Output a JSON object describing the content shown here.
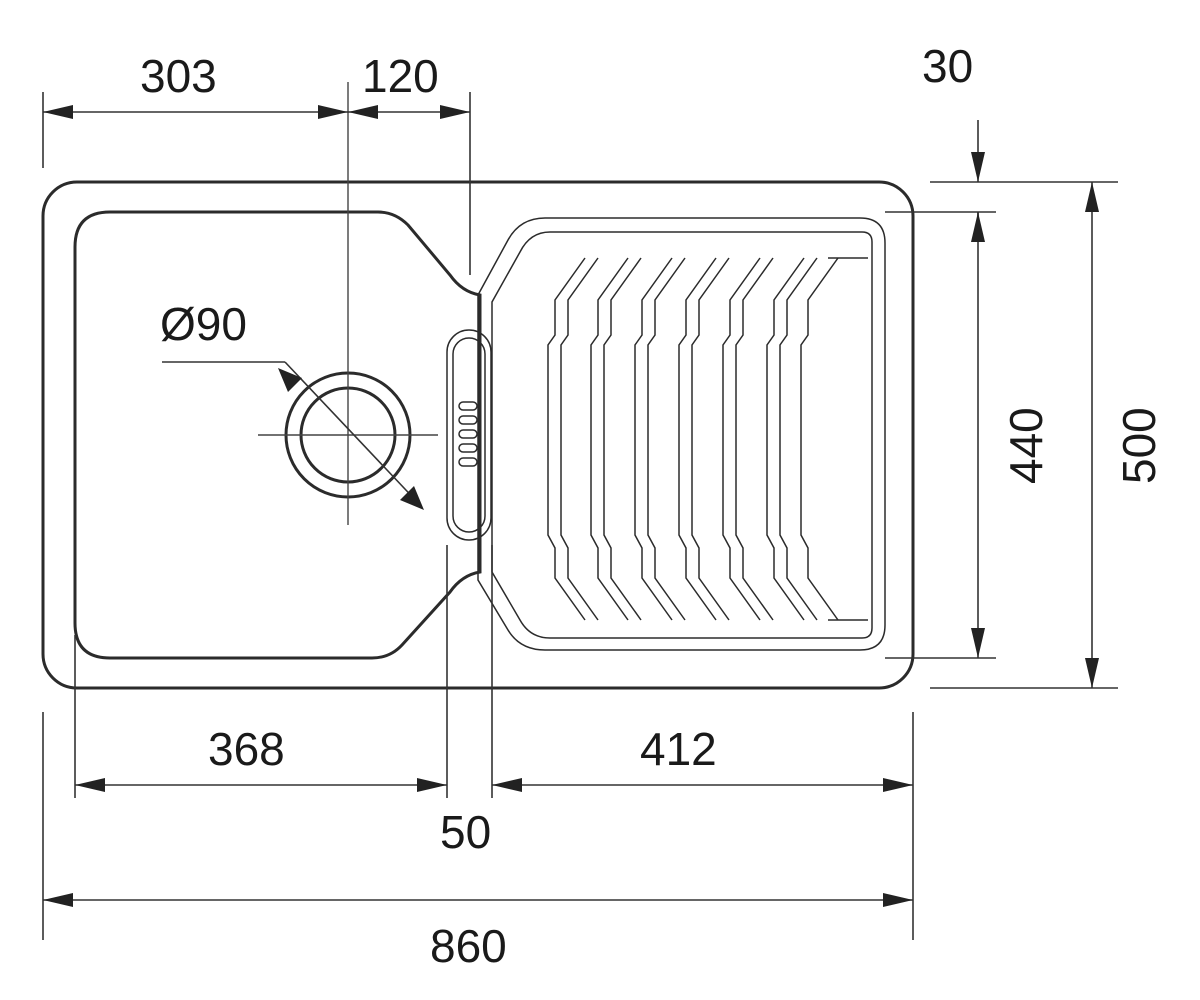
{
  "dimensions": {
    "bowl_center_offset": "303",
    "center_to_drainer": "120",
    "top_gap": "30",
    "waste_diameter": "Ø90",
    "inner_height": "440",
    "overall_height": "500",
    "bowl_width": "368",
    "drainer_width": "412",
    "divider_width": "50",
    "overall_width": "860"
  },
  "colors": {
    "line": "#2b2b2b",
    "text": "#1a1a1a",
    "background": "#ffffff"
  }
}
